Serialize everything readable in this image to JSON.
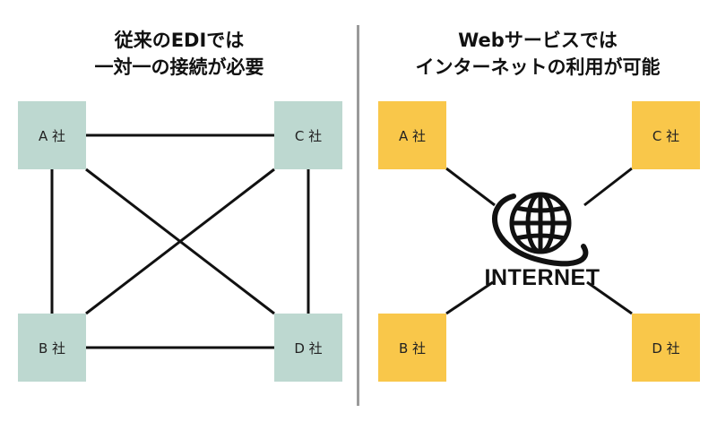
{
  "left_panel": {
    "title_line1": "従来のEDIでは",
    "title_line2": "一対一の接続が必要",
    "boxes": {
      "a": "A 社",
      "b": "B 社",
      "c": "C 社",
      "d": "D 社"
    }
  },
  "right_panel": {
    "title_line1": "Webサービスでは",
    "title_line2": "インターネットの利用が可能",
    "boxes": {
      "a": "A 社",
      "b": "B 社",
      "c": "C 社",
      "d": "D 社"
    },
    "hub_label": "INTERNET",
    "hub_icon": "globe-with-orbit-icon"
  },
  "colors": {
    "left_box": "#bdd8d0",
    "right_box": "#f9c74a",
    "divider": "#9a9a9a",
    "line": "#111111"
  }
}
